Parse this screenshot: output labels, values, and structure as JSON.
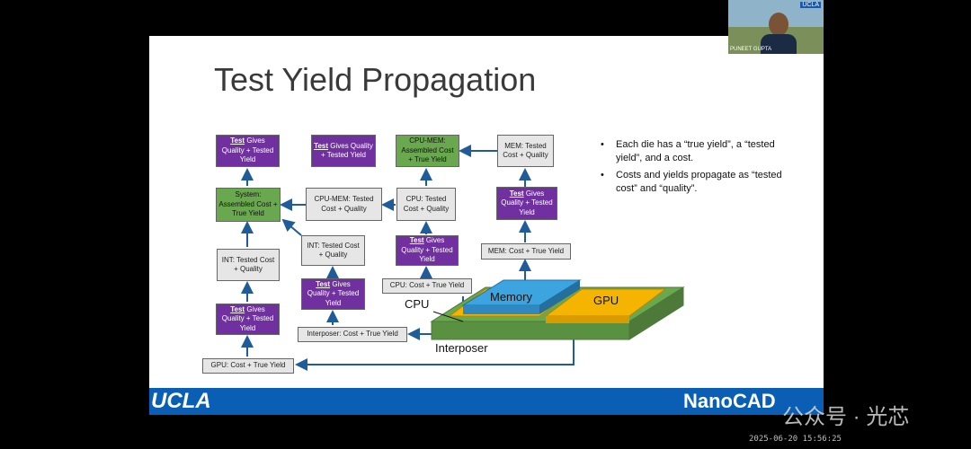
{
  "slide": {
    "title": "Test Yield Propagation",
    "bullets": [
      "Each die has a “true yield”, a “tested yield”, and a cost.",
      "Costs and yields propagate as “tested cost” and “quality”."
    ],
    "boxes": {
      "test_gives_1": {
        "u": "Test",
        "rest": " Gives Quality + Tested Yield"
      },
      "test_gives_2": {
        "u": "Test",
        "rest": " Gives Quality + Tested Yield"
      },
      "cpu_mem_assembled": "CPU-MEM: Assembled Cost + True Yield",
      "mem_tested": "MEM: Tested Cost + Quality",
      "system_assembled": "System: Assembled Cost + True Yield",
      "cpu_mem_tested": "CPU-MEM: Tested Cost + Quality",
      "cpu_tested": "CPU: Tested Cost + Quality",
      "test_gives_3": {
        "u": "Test",
        "rest": " Gives Quality + Tested Yield"
      },
      "int_tested_1": "INT: Tested Cost + Quality",
      "int_tested_2": "INT: Tested Cost + Quality",
      "test_gives_4": {
        "u": "Test",
        "rest": " Gives Quality + Tested Yield"
      },
      "mem_cost": "MEM: Cost + True Yield",
      "cpu_cost": "CPU: Cost + True Yield",
      "test_gives_5": {
        "u": "Test",
        "rest": " Gives Quality + Tested Yield"
      },
      "test_gives_6": {
        "u": "Test",
        "rest": " Gives Quality + Tested Yield"
      },
      "interposer_cost": "Interposer: Cost + True Yield",
      "gpu_cost": "GPU: Cost + True Yield"
    },
    "chip_labels": {
      "memory": "Memory",
      "gpu": "GPU",
      "cpu": "CPU",
      "interposer": "Interposer"
    },
    "footer": {
      "left_logo": "UCLA",
      "right_logo": "NanoCAD"
    }
  },
  "overlay": {
    "watermark": "公众号 · 光芯",
    "timestamp": "2025-06-20 15:56:25",
    "webcam_name": "PUNEET GUPTA",
    "webcam_badge": "UCLA"
  },
  "colors": {
    "purple": "#7030a0",
    "green": "#6aa84f",
    "gray": "#e6e6e6",
    "arrow": "#1f5c99",
    "footer": "#0a5fb4"
  }
}
